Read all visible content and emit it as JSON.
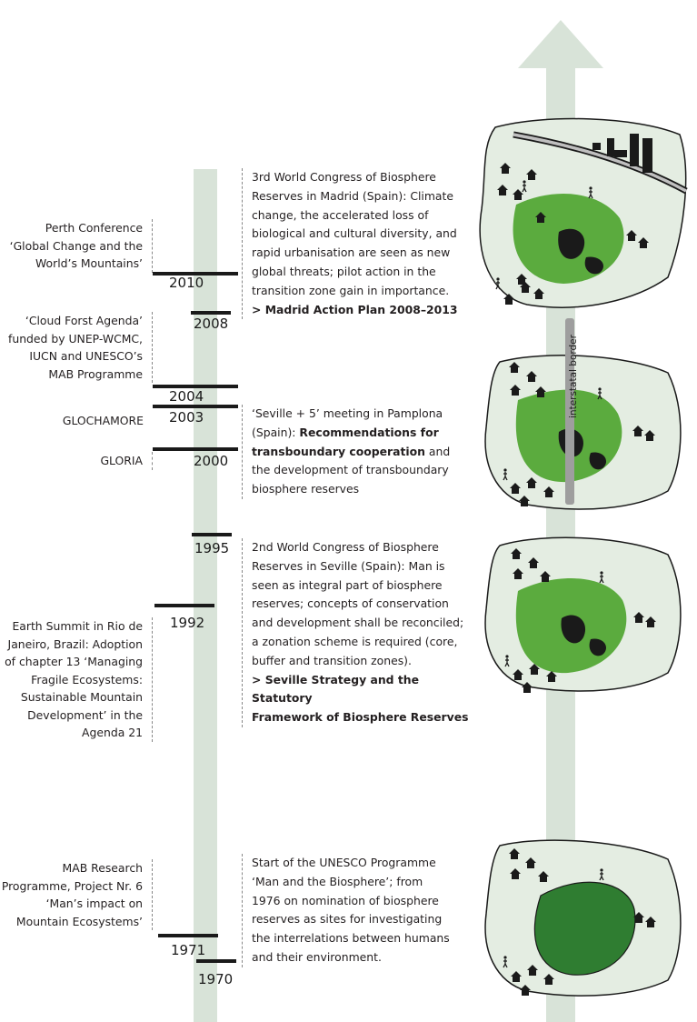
{
  "years": {
    "y2010": "2010",
    "y2008": "2008",
    "y2004": "2004",
    "y2003": "2003",
    "y2000": "2000",
    "y1995": "1995",
    "y1992": "1992",
    "y1971": "1971",
    "y1970": "1970"
  },
  "left_notes": {
    "perth": [
      "Perth Conference",
      "‘Global Change and the",
      "World’s Mountains’"
    ],
    "cloud": [
      "‘Cloud Forst Agenda’",
      "funded by UNEP-WCMC,",
      "IUCN and UNESCO’s",
      "MAB Programme"
    ],
    "glochamore": "GLOCHAMORE",
    "gloria": "GLORIA",
    "earth": [
      "Earth Summit in Rio de",
      "Janeiro, Brazil: Adoption",
      "of chapter 13 ‘Managing",
      "Fragile Ecosystems:",
      "Sustainable Mountain",
      "Development’ in the",
      "Agenda 21"
    ],
    "mab": [
      "MAB Research",
      "Programme, Project Nr. 6",
      "‘Man’s impact on",
      "Mountain Ecosystems’"
    ]
  },
  "right_notes": {
    "madrid": [
      "3rd World Congress of Biosphere",
      "Reserves in Madrid (Spain): Climate",
      "change, the accelerated loss of",
      "biological and cultural diversity, and",
      "rapid urbanisation are seen as new",
      "global threats; pilot action in the",
      "transition zone gain in importance."
    ],
    "madrid_bold": "> Madrid Action Plan 2008–2013",
    "pamplona_1": "‘Seville + 5’ meeting in Pamplona",
    "pamplona_2a": "(Spain): ",
    "pamplona_2b": "Recommendations for",
    "pamplona_3a": "transboundary cooperation",
    "pamplona_3b": " and",
    "pamplona_4": "the development of transboundary",
    "pamplona_5": "biosphere reserves",
    "seville": [
      "2nd World Congress of Biosphere",
      "Reserves in Seville (Spain): Man is",
      "seen as integral part of biosphere",
      "reserves; concepts of conservation",
      "and development shall be reconciled;",
      "a zonation scheme is required (core,",
      "buffer and transition zones)."
    ],
    "seville_bold": [
      "> Seville Strategy and the Statutory",
      "Framework of Biosphere Reserves"
    ],
    "unesco": [
      "Start of the UNESCO Programme",
      "‘Man and the Biosphere’; from",
      "1976 on nomination of biosphere",
      "reserves as sites for investigating",
      "the interrelations between humans",
      "and their environment."
    ]
  },
  "map_labels": {
    "border": "interstatal border"
  },
  "colors": {
    "timeline": "#d8e3d8",
    "map_fill": "#e4ede2",
    "core_green": "#5bab3e",
    "core_dark": "#2f7d31",
    "ink": "#1a1a1a"
  }
}
